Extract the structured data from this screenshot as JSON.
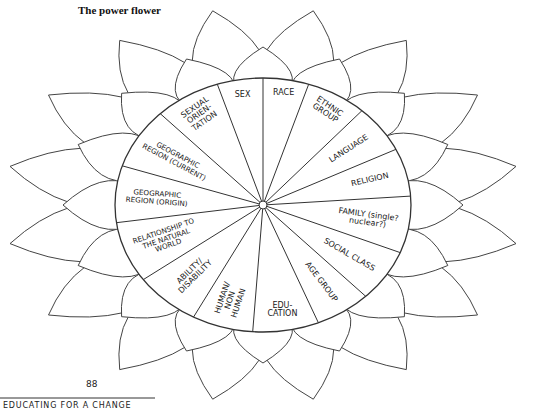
{
  "diagram": {
    "title": "The power flower",
    "labels": [
      "SEX",
      "RACE",
      "ETHNIC GROUP",
      "LANGUAGE",
      "RELIGION",
      "FAMILY (single? nuclear?)",
      "SOCIAL CLASS",
      "AGE GROUP",
      "EDU- CATION",
      "HUMAN/ NON HUMAN",
      "ABILITY/ DISABILITY",
      "RELATIONSHIP TO THE NATURAL WORLD",
      "GEOGRAPHIC REGION (ORIGIN)",
      "GEOGRAPHIC REGION (CURRENT)",
      "SEXUAL ORIEN- TATION",
      "88",
      "EDUCATING FOR A CHANGE"
    ]
  }
}
